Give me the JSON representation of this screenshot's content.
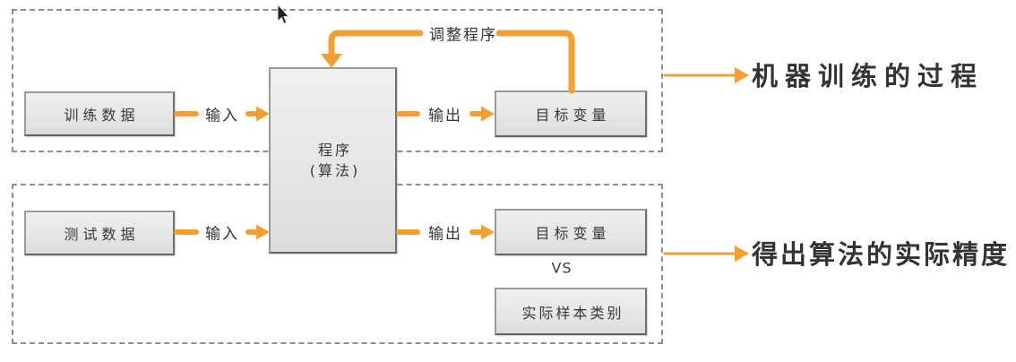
{
  "colors": {
    "accent": "#F2A033",
    "text": "#383838",
    "box_border": "#9A9A9A",
    "frame_dash": "#8F8F8F"
  },
  "program_box": {
    "line1": "程序",
    "line2": "(算法)"
  },
  "training_flow": {
    "source_box": "训练数据",
    "input_label": "输入",
    "output_label": "输出",
    "result_box": "目标变量",
    "feedback_label": "调整程序",
    "caption": "机器训练的过程"
  },
  "testing_flow": {
    "source_box": "测试数据",
    "input_label": "输入",
    "output_label": "输出",
    "result_box": "目标变量",
    "vs_label": "VS",
    "actual_box": "实际样本类别",
    "caption": "得出算法的实际精度"
  }
}
